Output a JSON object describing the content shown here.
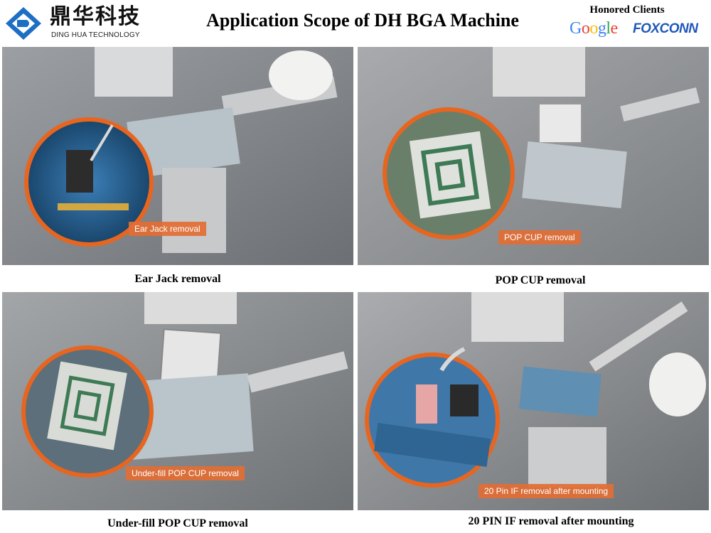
{
  "header": {
    "brand_cn": "鼎华科技",
    "brand_en": "DING HUA TECHNOLOGY",
    "title": "Application Scope of DH BGA Machine",
    "clients_label": "Honored Clients",
    "clients": [
      "Google",
      "FOXCONN"
    ]
  },
  "panels": [
    {
      "caption": "Ear Jack removal",
      "tag": "Ear Jack removal"
    },
    {
      "caption": "POP CUP removal",
      "tag": "POP CUP removal"
    },
    {
      "caption": "Under-fill POP CUP removal",
      "tag": "Under-fill POP CUP removal"
    },
    {
      "caption": "20 PIN IF removal after mounting",
      "tag": "20 Pin IF removal after mounting"
    }
  ],
  "colors": {
    "accent_orange": "#e8651f",
    "logo_blue": "#1d6fc4",
    "foxconn_blue": "#1f57b8"
  }
}
